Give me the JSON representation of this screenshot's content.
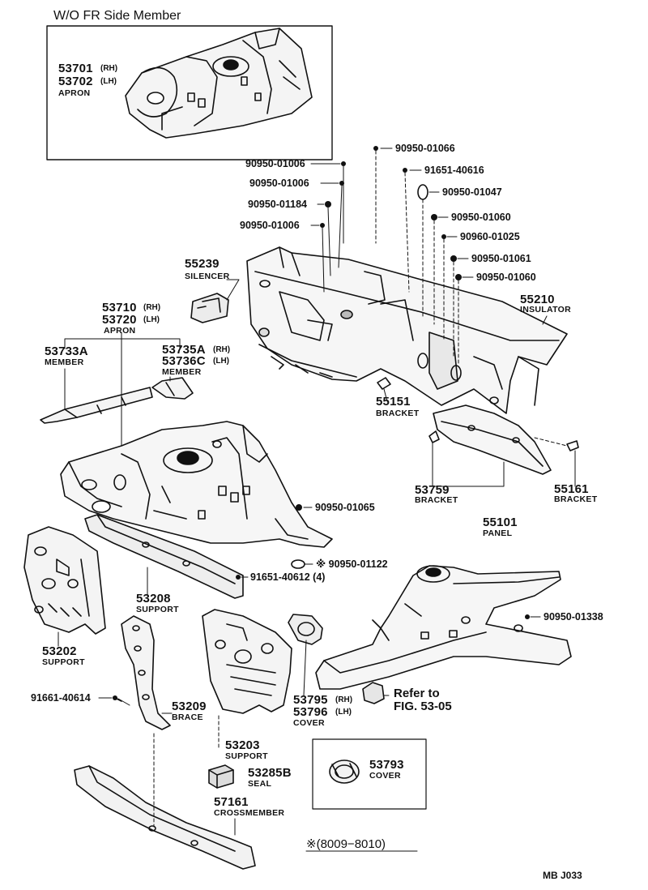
{
  "inset": {
    "title": "W/O FR Side Member",
    "part1": "53701",
    "side1": "(RH)",
    "part2": "53702",
    "side2": "(LH)",
    "name": "APRON"
  },
  "fasteners": {
    "f1": "90950-01006",
    "f2": "90950-01006",
    "f3": "90950-01184",
    "f4": "90950-01006",
    "f5": "90950-01066",
    "f6": "91651-40616",
    "f7": "90950-01047",
    "f8": "90950-01060",
    "f9": "90960-01025",
    "f10": "90950-01061",
    "f11": "90950-01060",
    "f12": "90950-01065",
    "f13": "※ 90950-01122",
    "f14": "91651-40612 (4)",
    "f15": "90950-01338",
    "f16": "91661-40614"
  },
  "parts": {
    "p55239": {
      "num": "55239",
      "name": "SILENCER"
    },
    "p55210": {
      "num": "55210",
      "name": "INSULATOR"
    },
    "p53710": {
      "num1": "53710",
      "side1": "(RH)",
      "num2": "53720",
      "side2": "(LH)",
      "name": "APRON"
    },
    "p53733A": {
      "num": "53733A",
      "name": "MEMBER"
    },
    "p53735A": {
      "num1": "53735A",
      "side1": "(RH)",
      "num2": "53736C",
      "side2": "(LH)",
      "name": "MEMBER"
    },
    "p55151": {
      "num": "55151",
      "name": "BRACKET"
    },
    "p53759": {
      "num": "53759",
      "name": "BRACKET"
    },
    "p55161": {
      "num": "55161",
      "name": "BRACKET"
    },
    "p55101": {
      "num": "55101",
      "name": "PANEL"
    },
    "p53208": {
      "num": "53208",
      "name": "SUPPORT"
    },
    "p53202": {
      "num": "53202",
      "name": "SUPPORT"
    },
    "p53209": {
      "num": "53209",
      "name": "BRACE"
    },
    "p53203": {
      "num": "53203",
      "name": "SUPPORT"
    },
    "p53795": {
      "num1": "53795",
      "side1": "(RH)",
      "num2": "53796",
      "side2": "(LH)",
      "name": "COVER"
    },
    "p53285B": {
      "num": "53285B",
      "name": "SEAL"
    },
    "p57161": {
      "num": "57161",
      "name": "CROSSMEMBER"
    },
    "p53793": {
      "num": "53793",
      "name": "COVER"
    }
  },
  "refer": {
    "line1": "Refer to",
    "line2": "FIG. 53-05"
  },
  "note": "※(8009−8010)",
  "page_code": "MB  J033"
}
